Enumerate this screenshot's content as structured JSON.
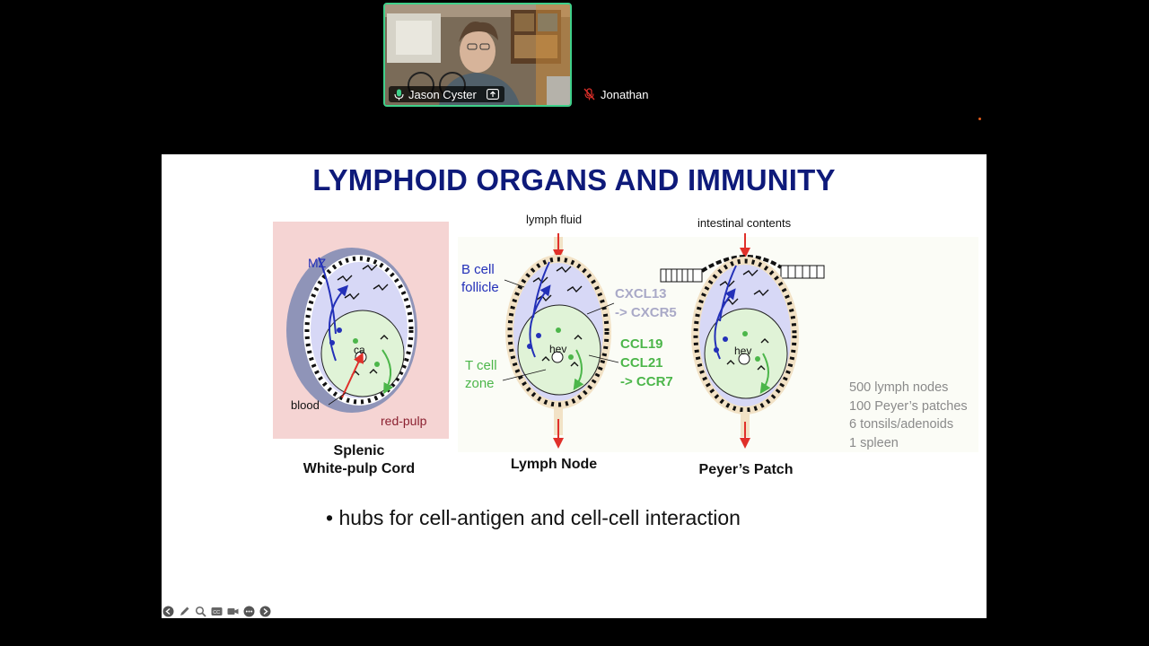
{
  "participants": {
    "active_speaker": {
      "name": "Jason Cyster"
    },
    "other": {
      "name": "Jonathan"
    }
  },
  "slide": {
    "title": "LYMPHOID ORGANS AND IMMUNITY",
    "bullet": "• hubs for cell-antigen and cell-cell interaction",
    "stats": [
      "500 lymph nodes",
      "100 Peyer’s patches",
      "6 tonsils/adenoids",
      "1 spleen"
    ],
    "spleen": {
      "caption_line1": "Splenic",
      "caption_line2": "White-pulp Cord",
      "mz": "MZ",
      "ca": "ca",
      "blood": "blood",
      "red_pulp": "red-pulp"
    },
    "lymph_node": {
      "caption": "Lymph Node",
      "lymph_fluid": "lymph fluid",
      "b_cell_1": "B cell",
      "b_cell_2": "follicle",
      "t_cell_1": "T cell",
      "t_cell_2": "zone",
      "hev": "hev",
      "cxcl13": "CXCL13",
      "cxcr5": "-> CXCR5",
      "ccl19": "CCL19",
      "ccl21": "CCL21",
      "ccr7": "-> CCR7"
    },
    "peyers_patch": {
      "caption": "Peyer’s Patch",
      "intestinal": "intestinal contents",
      "hev": "hev"
    }
  },
  "colors": {
    "title": "#0e1a7a",
    "speaker_border": "#3fd08a",
    "follicle": "#d7d8f6",
    "t_zone": "#e0f3d7",
    "chemokine_b": "#a9a9c7",
    "chemokine_t": "#4cb64a",
    "arrow_red": "#e0302a",
    "cell_blue": "#2330b8"
  },
  "toolbar": [
    "back-icon",
    "pen-icon",
    "zoom-icon",
    "captions-icon",
    "camera-icon",
    "more-icon",
    "forward-icon"
  ]
}
